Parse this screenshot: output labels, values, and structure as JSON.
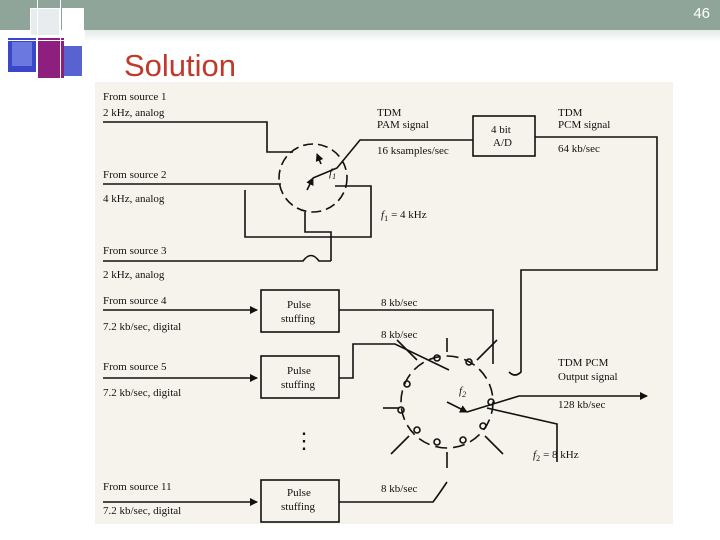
{
  "header": {
    "slide_number": "46"
  },
  "slide": {
    "title": "Solution"
  },
  "diagram": {
    "sources": [
      {
        "name": "From source 1",
        "spec": "2 kHz, analog"
      },
      {
        "name": "From source 2",
        "spec": "4 kHz, analog"
      },
      {
        "name": "From source 3",
        "spec": "2 kHz, analog"
      },
      {
        "name": "From source 4",
        "spec": "7.2 kb/sec, digital"
      },
      {
        "name": "From source 5",
        "spec": "7.2 kb/sec, digital"
      },
      {
        "name": "From source 11",
        "spec": "7.2 kb/sec, digital"
      }
    ],
    "pam": {
      "line1": "TDM",
      "line2": "PAM signal",
      "rate": "16 ksamples/sec"
    },
    "ad": {
      "line1": "4 bit",
      "line2": "A/D"
    },
    "pcm": {
      "line1": "TDM",
      "line2": "PCM signal",
      "rate": "64 kb/sec"
    },
    "f1": {
      "symbol": "f",
      "sub": "1",
      "eq": "= 4 kHz"
    },
    "stuffing": {
      "line1": "Pulse",
      "line2": "stuffing"
    },
    "stuff_rates": [
      "8 kb/sec",
      "8 kb/sec",
      "8 kb/sec"
    ],
    "ellipsis": "⋮",
    "f2": {
      "symbol": "f",
      "sub": "2",
      "eq": "= 8 kHz"
    },
    "output": {
      "line1": "TDM PCM",
      "line2": "Output signal",
      "rate": "128 kb/sec"
    }
  }
}
